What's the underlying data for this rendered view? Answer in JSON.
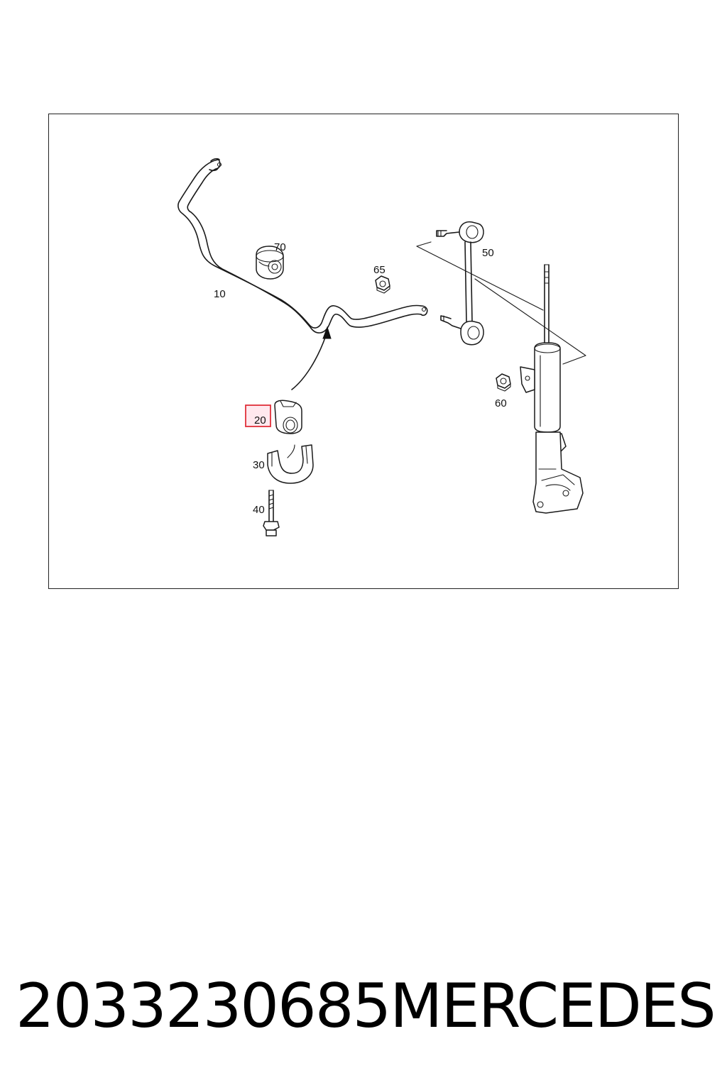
{
  "diagram": {
    "labels": {
      "p10": "10",
      "p20": "20",
      "p30": "30",
      "p40": "40",
      "p50": "50",
      "p60": "60",
      "p65": "65",
      "p70": "70"
    },
    "highlighted_part": "20",
    "highlight_color": "#e0303a"
  },
  "caption": {
    "part_number": "2033230685",
    "brand": "MERCEDES"
  }
}
